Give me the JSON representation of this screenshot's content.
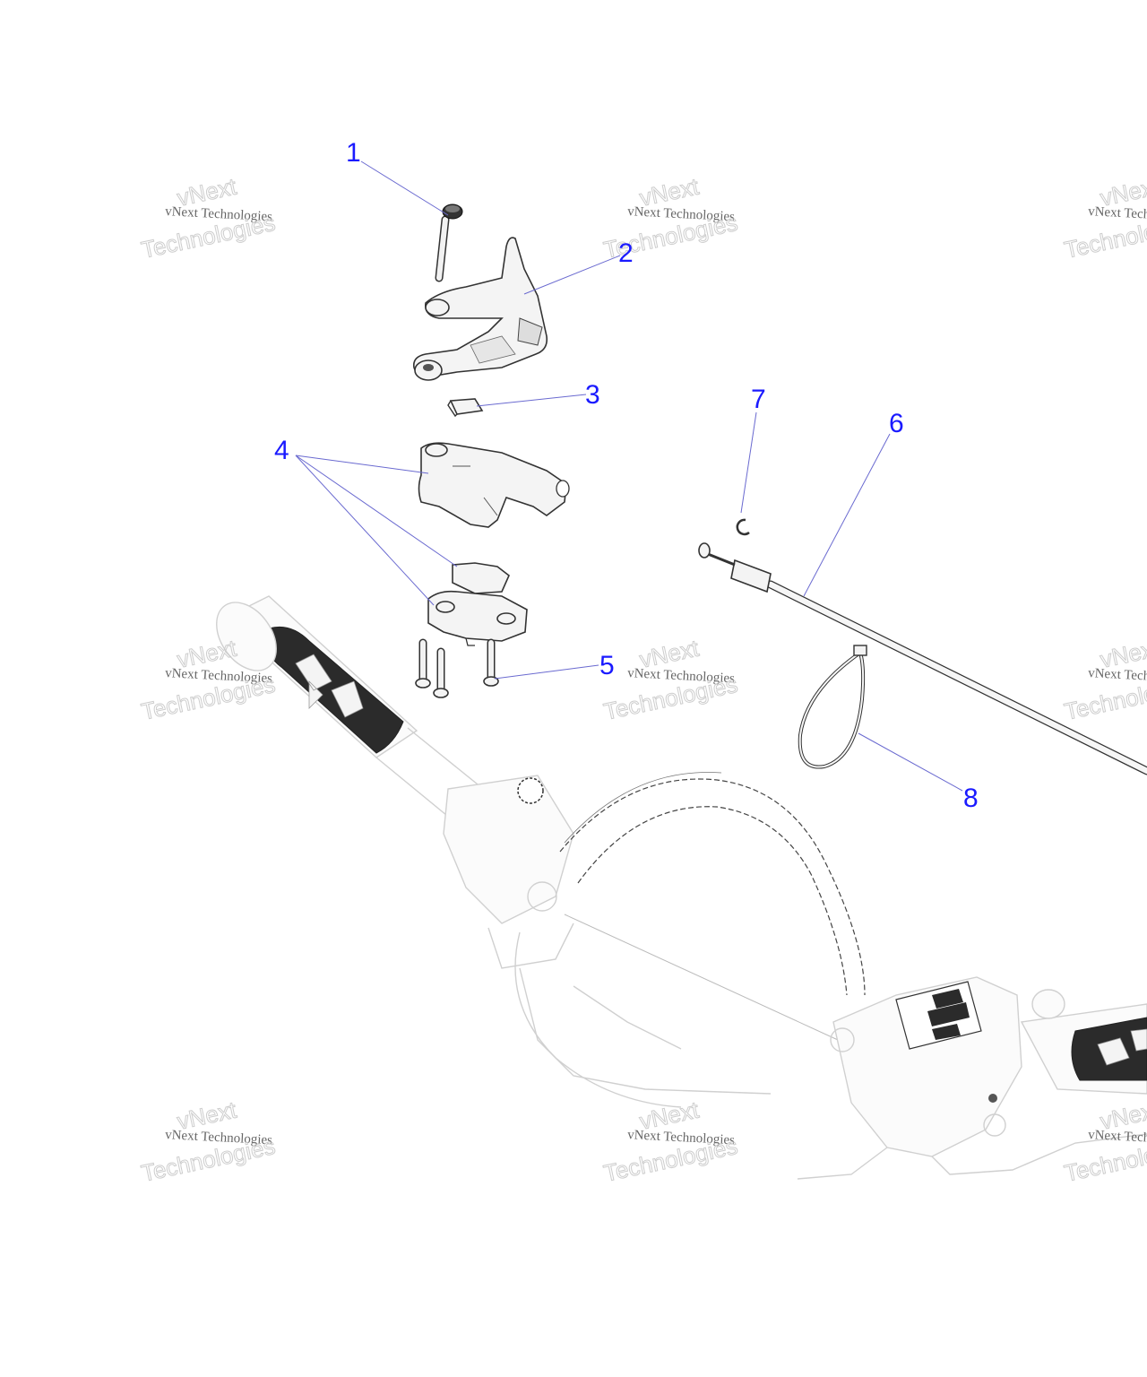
{
  "callouts": [
    {
      "id": "1",
      "label": "1"
    },
    {
      "id": "2",
      "label": "2"
    },
    {
      "id": "3",
      "label": "3"
    },
    {
      "id": "4",
      "label": "4"
    },
    {
      "id": "5",
      "label": "5"
    },
    {
      "id": "6",
      "label": "6"
    },
    {
      "id": "7",
      "label": "7"
    },
    {
      "id": "8",
      "label": "8"
    }
  ],
  "watermark": {
    "line1": "vNext",
    "line2": "vNext Technologies",
    "line3": "Technologies"
  },
  "colors": {
    "callout": "#1a1aff",
    "leader": "#6a6ad0",
    "background": "#ffffff"
  }
}
